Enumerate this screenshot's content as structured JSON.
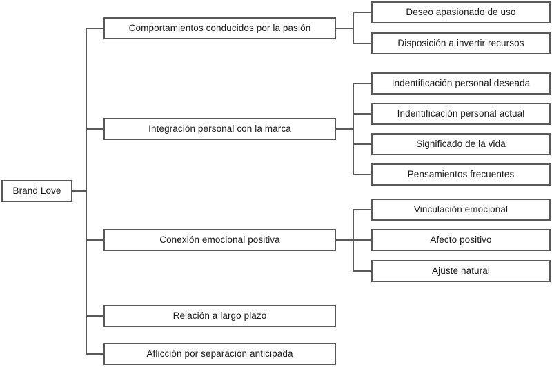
{
  "diagram": {
    "type": "hierarchy-tree",
    "title": "Brand Love",
    "orientation": "left-to-right",
    "style": {
      "box_border_color": "#595959",
      "box_fill_color": "#ffffff",
      "text_color": "#1a1a1a",
      "connector_color": "#595959",
      "background_color": "#ffffff"
    },
    "root": {
      "id": "root",
      "label": "Brand Love"
    },
    "branches": [
      {
        "id": "b1",
        "label": "Comportamientos conducidos por la pasión",
        "children": [
          {
            "id": "b1c1",
            "label": "Deseo apasionado de uso"
          },
          {
            "id": "b1c2",
            "label": "Disposición a invertir recursos"
          }
        ]
      },
      {
        "id": "b2",
        "label": "Integración personal con la marca",
        "children": [
          {
            "id": "b2c1",
            "label": "Indentificación personal deseada"
          },
          {
            "id": "b2c2",
            "label": "Indentificación personal actual"
          },
          {
            "id": "b2c3",
            "label": "Significado de la vida"
          },
          {
            "id": "b2c4",
            "label": "Pensamientos frecuentes"
          }
        ]
      },
      {
        "id": "b3",
        "label": "Conexión emocional positiva",
        "children": [
          {
            "id": "b3c1",
            "label": "Vinculación emocional"
          },
          {
            "id": "b3c2",
            "label": "Afecto positivo"
          },
          {
            "id": "b3c3",
            "label": "Ajuste natural"
          }
        ]
      },
      {
        "id": "b4",
        "label": "Relación a largo plazo",
        "children": []
      },
      {
        "id": "b5",
        "label": "Aflicción por separación anticipada",
        "children": []
      }
    ]
  }
}
